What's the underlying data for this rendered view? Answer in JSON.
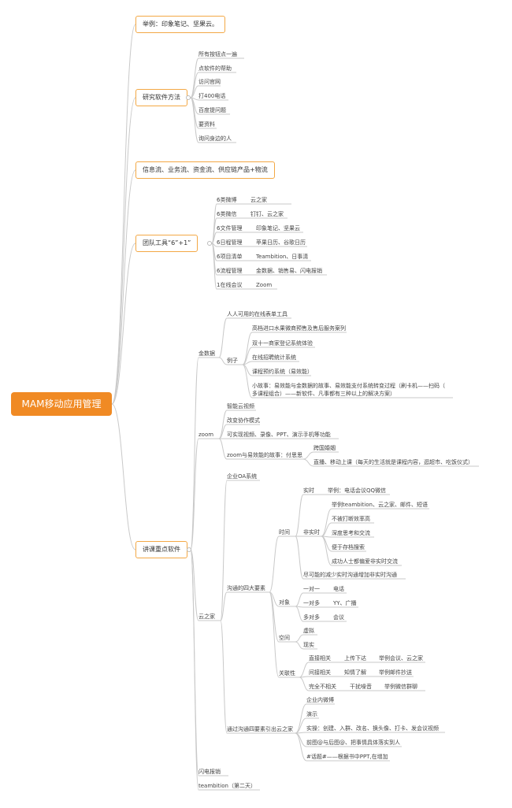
{
  "root": "MAM移动应用管理",
  "main": {
    "example": "举例：印象笔记、坚果云。",
    "research": "研究软件方法",
    "flow": "信息流、业务流、资金流、供应链产品+物流",
    "team": "团队工具“6”+1”",
    "focus": "讲课重点软件"
  },
  "research_items": [
    "所有按钮点一遍",
    "点软件的帮助",
    "访问官网",
    "打400电话",
    "百度提问题",
    "要资料",
    "询问身边的人"
  ],
  "team_tools": [
    {
      "k": "6类微博",
      "v": "云之家"
    },
    {
      "k": "6类微信",
      "v": "钉钉、云之家"
    },
    {
      "k": "6文件管理",
      "v": "印象笔记、坚果云"
    },
    {
      "k": "6日程管理",
      "v": "苹果日历、谷歌日历"
    },
    {
      "k": "6项目清单",
      "v": "Teambition、日事清"
    },
    {
      "k": "6流程管理",
      "v": "金数据、销售易、闪电报销"
    },
    {
      "k": "1在线会议",
      "v": "Zoom"
    }
  ],
  "focus": {
    "jinshuju": "金数据",
    "jinshuju_1": "人人可用的在线表单工具",
    "lizi": "例子",
    "lizi_items": [
      "高档进口水果微商预售及售后服务案列",
      "双十一商家登记系统体验",
      "在线招聘统计系统",
      "课程预约系统（易效能）"
    ],
    "story_1": "小故事：易效能与金数据的故事、易效能支付系统转变过程（刷卡机——扫码（",
    "story_2": "多课程组合）——新软件、凡事都有三种以上的解决方案）",
    "zoom": "zoom",
    "zoom_items": [
      "智能云视频",
      "改变协作模式",
      "可实现视频、录像、PPT、演示手机等功能"
    ],
    "zoom_story": "zoom与易效能的故事：付思思",
    "zoom_story_1": "跨国婚姻",
    "zoom_story_2": "直播、移动上课（每天的生活就是课程内容，逛超市、吃饭仪式）",
    "yzj": "云之家",
    "oa": "企业OA系统",
    "four": "沟通的四大要素",
    "time": "时间",
    "realtime": "实时",
    "realtime_1": "举例：电话会议QQ微信",
    "nonreal": "非实时",
    "nonreal_items": [
      "举例teambition、云之家、邮件、短语",
      "不被打断效率高",
      "深度思考和交流",
      "便于存档搜索",
      "成功人士都偏爱非实时交流"
    ],
    "time_tail": "尽可能的减少实时沟通增加非实时沟通",
    "obj": "对象",
    "obj_items": [
      {
        "k": "一对一",
        "v": "电话"
      },
      {
        "k": "一对多",
        "v": "YY、广播"
      },
      {
        "k": "多对多",
        "v": "会议"
      }
    ],
    "space": "空间",
    "space_items": [
      "虚拟",
      "现实"
    ],
    "rel": "关联性",
    "rel_items": [
      {
        "k": "直接相关",
        "m": "上传下达",
        "v": "举例会议、云之家"
      },
      {
        "k": "间接相关",
        "m": "知情了解",
        "v": "举例邮件抄送"
      },
      {
        "k": "完全不相关",
        "m": "干扰噪音",
        "v": "举例微信群聊"
      }
    ],
    "yzj_b": "通过沟通四要素引出云之家",
    "yzj_b_items": [
      "企业内微博",
      "演示",
      "实操：创建、入群、改名、换头像、打卡、发会议视频",
      "前图@与后图@、把事情具体落实到人",
      "#话题#——根据书中PPT,在增加"
    ],
    "shandian": "闪电报销",
    "tb": "teambition（第二天）"
  }
}
